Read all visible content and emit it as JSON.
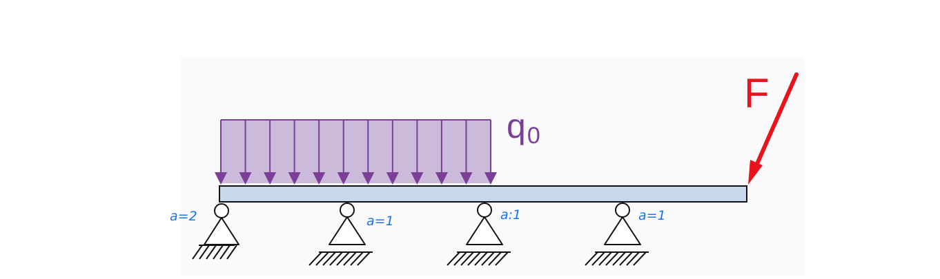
{
  "load": {
    "symbol": "q",
    "subscript": "0",
    "color": "#7b3f98",
    "fill": "#cbbad9",
    "arrow_count": 12
  },
  "force": {
    "label": "F",
    "color": "#e8141b"
  },
  "beam": {
    "fill": "#c8d7ea",
    "stroke": "#111111"
  },
  "supports": [
    {
      "id": "support-1",
      "annotation": "a=2"
    },
    {
      "id": "support-2",
      "annotation": "a=1"
    },
    {
      "id": "support-3",
      "annotation": "a:1"
    },
    {
      "id": "support-4",
      "annotation": "a=1"
    }
  ],
  "annotation_color": "#1a73e8"
}
